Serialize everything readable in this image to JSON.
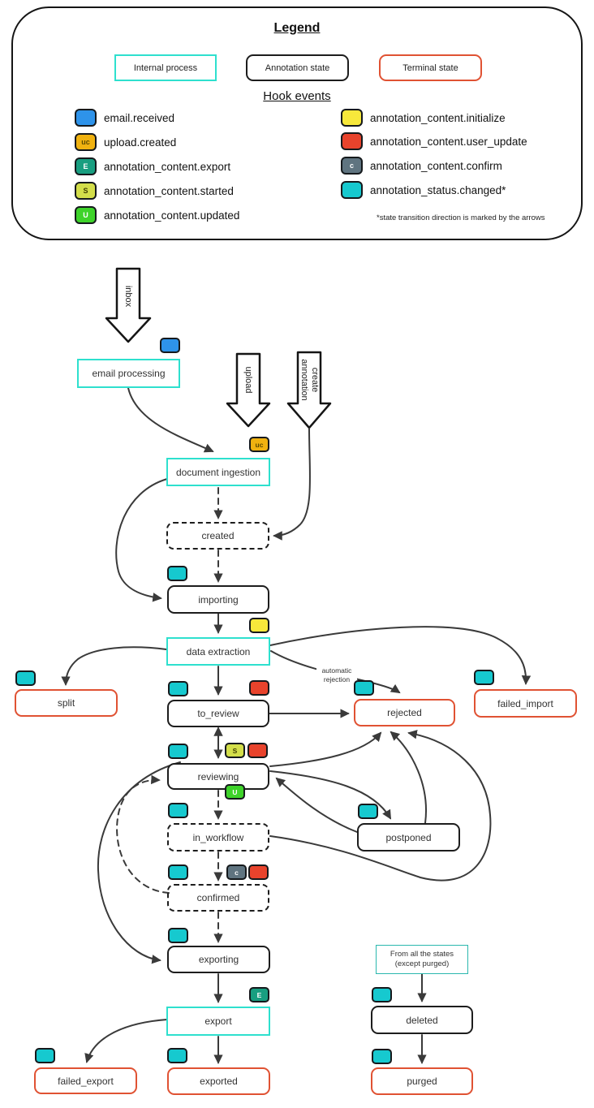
{
  "legend": {
    "title": "Legend",
    "node_types": [
      {
        "label": "Internal process"
      },
      {
        "label": "Annotation state"
      },
      {
        "label": "Terminal state"
      }
    ],
    "hook_events_title": "Hook events",
    "hook_events_left": [
      {
        "badge": "",
        "label": "email.received"
      },
      {
        "badge": "uc",
        "label": "upload.created"
      },
      {
        "badge": "E",
        "label": "annotation_content.export"
      },
      {
        "badge": "S",
        "label": "annotation_content.started"
      },
      {
        "badge": "U",
        "label": "annotation_content.updated"
      }
    ],
    "hook_events_right": [
      {
        "badge": "",
        "label": "annotation_content.initialize"
      },
      {
        "badge": "",
        "label": "annotation_content.user_update"
      },
      {
        "badge": "c",
        "label": "annotation_content.confirm"
      },
      {
        "badge": "",
        "label": "annotation_status.changed*"
      }
    ],
    "footnote": "*state transition direction is marked by the arrows"
  },
  "flow": {
    "big_arrows": {
      "inbox": "inbox",
      "upload": "upload",
      "create_annotation": "create annotation"
    },
    "badges": {
      "uc": "uc",
      "E": "E",
      "S": "S",
      "U": "U",
      "C": "c"
    },
    "edge_label": "automatic rejection",
    "nodes": {
      "email_processing": {
        "label": "email processing"
      },
      "document_ingestion": {
        "label": "document ingestion"
      },
      "created": {
        "label": "created"
      },
      "importing": {
        "label": "importing"
      },
      "data_extraction": {
        "label": "data extraction"
      },
      "split": {
        "label": "split"
      },
      "to_review": {
        "label": "to_review"
      },
      "rejected": {
        "label": "rejected"
      },
      "failed_import": {
        "label": "failed_import"
      },
      "reviewing": {
        "label": "reviewing"
      },
      "in_workflow": {
        "label": "in_workflow"
      },
      "postponed": {
        "label": "postponed"
      },
      "confirmed": {
        "label": "confirmed"
      },
      "exporting": {
        "label": "exporting"
      },
      "export": {
        "label": "export"
      },
      "from_all_states": {
        "line1": "From all the states",
        "line2": "(except purged)"
      },
      "deleted": {
        "label": "deleted"
      },
      "failed_export": {
        "label": "failed_export"
      },
      "exported": {
        "label": "exported"
      },
      "purged": {
        "label": "purged"
      }
    },
    "colors": {
      "internal_border": "#2EE0CE",
      "annotation_border": "#1d1d1d",
      "terminal_border": "#E05233",
      "hook_blue": "#2E93EA",
      "hook_amber": "#F0B210",
      "hook_teal": "#189E80",
      "hook_yellowgreen": "#D3DE4A",
      "hook_green": "#3ED32A",
      "hook_yellow": "#F7E83B",
      "hook_red": "#E8432C",
      "hook_slate": "#5F7480",
      "hook_cyan": "#16C9CF",
      "arrow": "#3a3a3a"
    }
  }
}
